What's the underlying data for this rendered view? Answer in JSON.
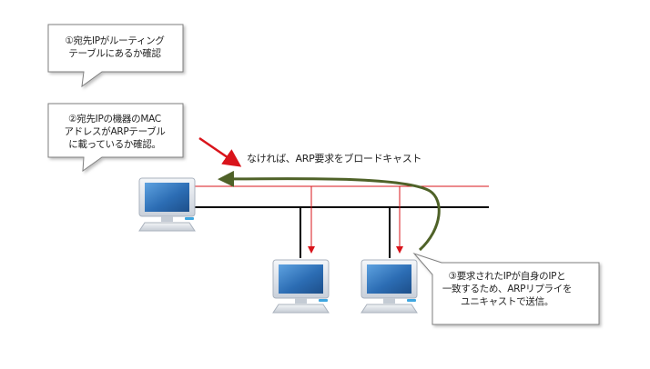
{
  "callouts": {
    "step1": {
      "lines": [
        "①宛先IPがルーティング",
        "テーブルにあるか確認"
      ]
    },
    "step2": {
      "lines": [
        "②宛先IPの機器のMAC",
        "アドレスがARPテーブル",
        "に載っているか確認。"
      ]
    },
    "step3": {
      "lines": [
        "③要求されたIPが自身のIPと",
        "一致するため、ARPリプライを",
        "ユニキャストで送信。"
      ]
    }
  },
  "broadcast_label": "なければ、ARP要求をブロードキャスト",
  "colors": {
    "request_arrow": "#d9141b",
    "reply_arrow": "#4f6228",
    "bus": "#000000",
    "callout_border": "#7f7f7f",
    "monitor_frame": "#d5dbe3",
    "screen": "#2e6fb7"
  },
  "icons": [
    "computer-icon-sender",
    "computer-icon-host-1",
    "computer-icon-host-2"
  ]
}
